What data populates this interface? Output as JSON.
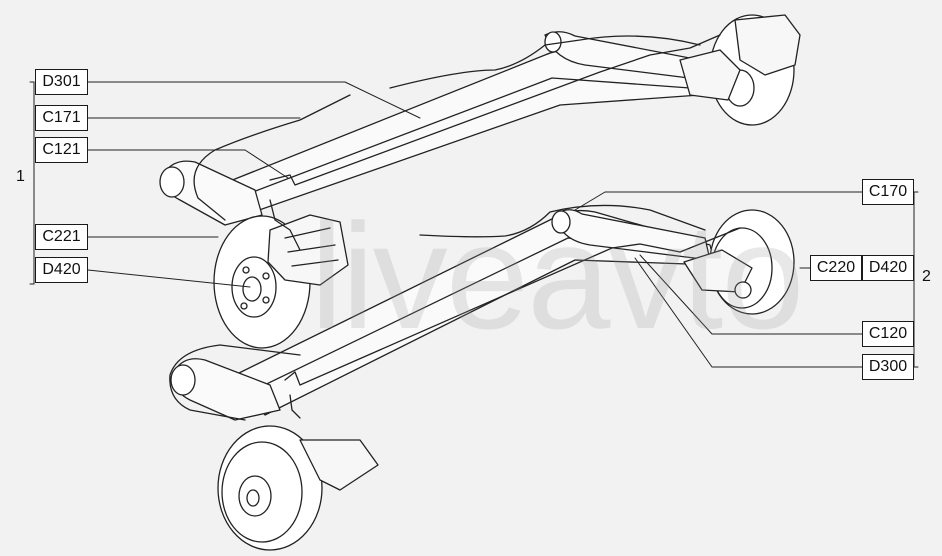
{
  "watermark": "liveavto",
  "groups": {
    "left": "1",
    "right": "2"
  },
  "labels": {
    "d301": "D301",
    "c171": "C171",
    "c121": "C121",
    "c221": "C221",
    "d420_left": "D420",
    "c170": "C170",
    "c220": "C220",
    "d420_right": "D420",
    "c120": "C120",
    "d300": "D300"
  }
}
